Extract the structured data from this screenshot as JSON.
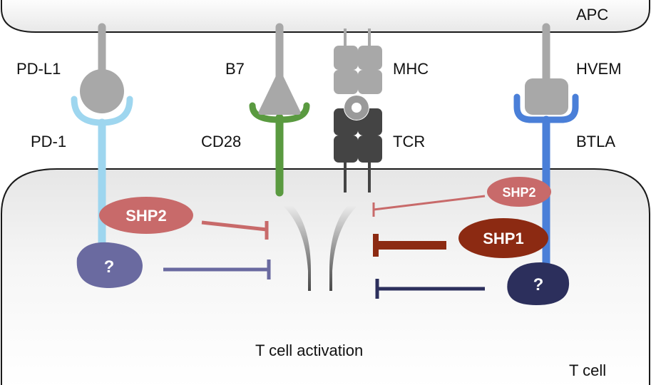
{
  "regions": {
    "apc": "APC",
    "t_cell": "T cell"
  },
  "receptors": {
    "pd_l1": "PD-L1",
    "pd_1": "PD-1",
    "b7": "B7",
    "cd28": "CD28",
    "mhc": "MHC",
    "tcr": "TCR",
    "hvem": "HVEM",
    "btla": "BTLA"
  },
  "signals": {
    "shp2_left": "SHP2",
    "unknown_left": "?",
    "shp2_right": "SHP2",
    "shp1_right": "SHP1",
    "unknown_right": "?"
  },
  "outcome": "T cell activation",
  "colors": {
    "pd1": "#9ed6ef",
    "cd28": "#5a9a40",
    "btla": "#4a7fd8",
    "grey": "#a8a8a8",
    "tcr": "#444444",
    "shp2": "#c86a6a",
    "shp1": "#8c2a12",
    "unknown_left": "#6a6aa0",
    "unknown_right": "#2c2f5c"
  }
}
